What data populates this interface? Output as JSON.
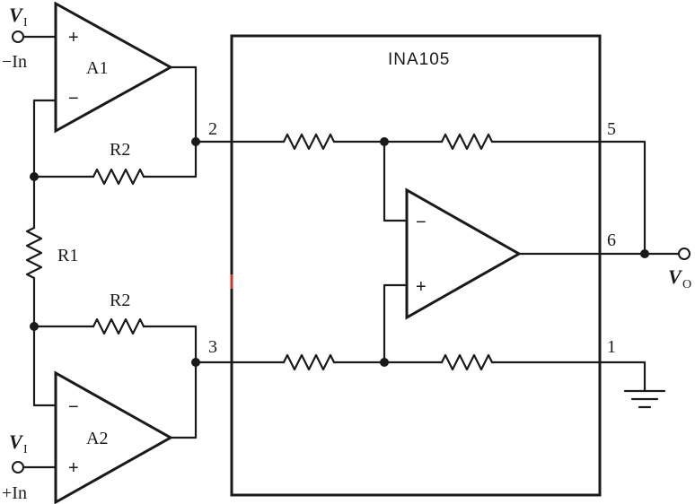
{
  "chip_label": "INA105",
  "opamps": {
    "a1": {
      "label": "A1",
      "plus": "+",
      "minus": "−"
    },
    "a2": {
      "label": "A2",
      "plus": "+",
      "minus": "−"
    },
    "internal": {
      "plus": "+",
      "minus": "−"
    }
  },
  "resistors": {
    "r1": "R1",
    "r2_top": "R2",
    "r2_bottom": "R2"
  },
  "pins": {
    "p2": "2",
    "p3": "3",
    "p5": "5",
    "p6": "6",
    "p1": "1"
  },
  "inputs": {
    "top": {
      "symbol": "V",
      "subscript": "I",
      "name": "−In"
    },
    "bottom": {
      "symbol": "V",
      "subscript": "I",
      "name": "+In"
    }
  },
  "output": {
    "symbol": "V",
    "subscript": "O"
  }
}
